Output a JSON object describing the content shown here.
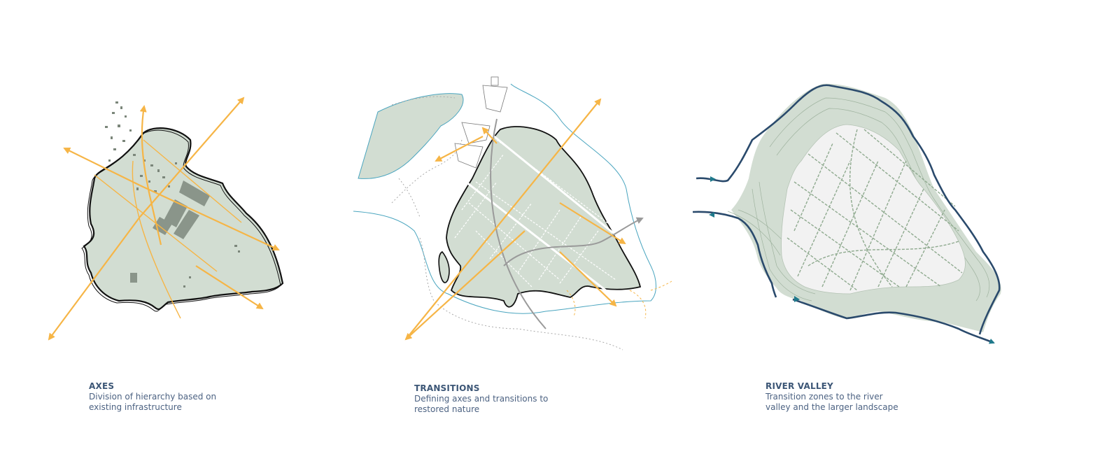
{
  "panels": [
    {
      "title": "AXES",
      "description": "Division of hierarchy based on existing infrastructure"
    },
    {
      "title": "TRANSITIONS",
      "description": "Defining axes and transitions to restored nature"
    },
    {
      "title": "RIVER VALLEY",
      "description": "Transition zones to the river valley and the larger landscape"
    }
  ],
  "colors": {
    "land": "#d2ddd2",
    "axis": "#f6b546",
    "outline": "#111111",
    "river": "#2a4a6c",
    "water_line": "#4aa5bf",
    "caption": "#3f5878"
  }
}
